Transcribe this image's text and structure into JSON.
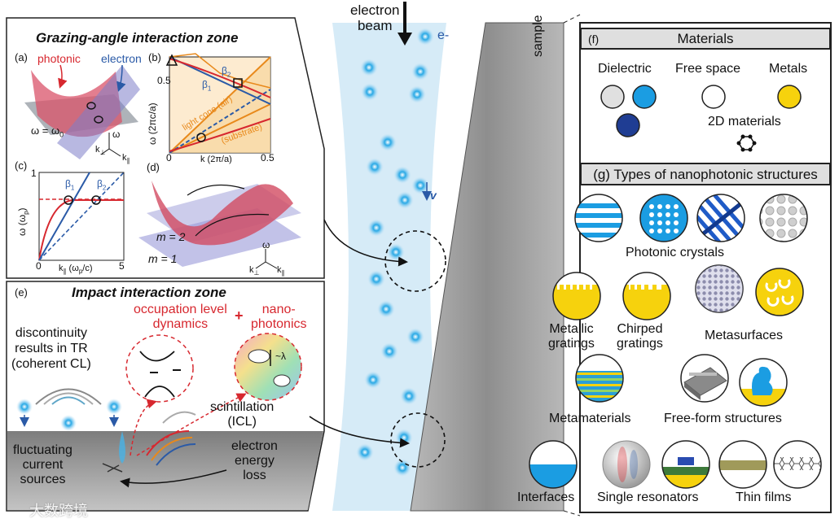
{
  "beam": {
    "label_line1": "electron",
    "label_line2": "beam",
    "electron_label": "e-",
    "velocity_label": "v",
    "sample_label": "sample"
  },
  "left": {
    "grazing_title": "Grazing-angle interaction zone",
    "a": {
      "tag": "(a)",
      "photonic": "photonic",
      "electron": "electron",
      "omega_eq": "ω = ω",
      "omega_sub": "0",
      "axis_omega": "ω",
      "axis_kperp": "k",
      "axis_kperp_sub": "⊥",
      "axis_kpar": "k",
      "axis_kpar_sub": "∥"
    },
    "b": {
      "tag": "(b)",
      "ylabel": "ω (2πc/a)",
      "xlabel": "k (2π/a)",
      "ytick_05": "0.5",
      "xtick_0": "0",
      "xtick_05": "0.5",
      "beta1": "β",
      "beta1_sub": "1",
      "beta2": "β",
      "beta2_sub": "2",
      "light_cone": "light cone (air)",
      "substrate": "(substrate)"
    },
    "c": {
      "tag": "(c)",
      "ylabel": "ω (ω",
      "ylabel_sub": "p",
      "ylabel_end": ")",
      "xlabel": "k",
      "xlabel_sub": "∥",
      "xlabel_end": " (ω",
      "xlabel_sub2": "p",
      "xlabel_end2": "/c)",
      "ytick_1": "1",
      "xtick_0": "0",
      "xtick_5": "5",
      "beta1": "β",
      "beta1_sub": "1",
      "beta2": "β",
      "beta2_sub": "2"
    },
    "d": {
      "tag": "(d)",
      "m2": "m = 2",
      "m1": "m = 1",
      "axis_omega": "ω",
      "axis_kperp": "k",
      "axis_kperp_sub": "⊥",
      "axis_kpar": "k",
      "axis_kpar_sub": "∥"
    },
    "impact_title": "Impact interaction zone",
    "e": {
      "tag": "(e)",
      "occ_line1": "occupation level",
      "occ_line2": "dynamics",
      "plus": "+",
      "nano_line1": "nano-",
      "nano_line2": "photonics",
      "disc_line1": "discontinuity",
      "disc_line2": "results in TR",
      "disc_line3": "(coherent CL)",
      "scint_line1": "scintillation",
      "scint_line2": "(ICL)",
      "fluct_line1": "fluctuating",
      "fluct_line2": "current",
      "fluct_line3": "sources",
      "loss_line1": "electron",
      "loss_line2": "energy",
      "loss_line3": "loss",
      "lambda": "~λ"
    }
  },
  "right": {
    "f_header": "(f)",
    "f_title": "Materials",
    "dielectric": "Dielectric",
    "free_space": "Free space",
    "metals": "Metals",
    "materials_2d": "2D materials",
    "g_header": "(g) Types of nanophotonic structures",
    "photonic_crystals": "Photonic crystals",
    "metallic_gratings_1": "Metallic",
    "metallic_gratings_2": "gratings",
    "chirped_gratings_1": "Chirped",
    "chirped_gratings_2": "gratings",
    "metasurfaces": "Metasurfaces",
    "metamaterials": "Metamaterials",
    "free_form": "Free-form structures",
    "interfaces": "Interfaces",
    "single_resonators": "Single resonators",
    "thin_films": "Thin films"
  },
  "watermark": "大数跨境",
  "colors": {
    "beam": "#cfe8f6",
    "electron": "#1aa3e0",
    "sample": "#a9a9a9",
    "metal": "#f6d20d",
    "dielectric_blue": "#1b9de2",
    "dark_blue": "#1f3d93",
    "photonic_red": "#d7282f",
    "electron_blue": "#2a5aa7"
  }
}
